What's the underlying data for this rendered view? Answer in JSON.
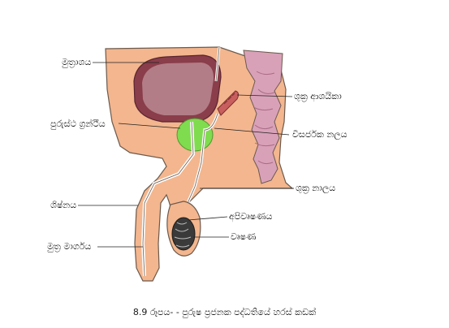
{
  "labels": {
    "bladder": "මුත්‍රාශය",
    "prostate": "පුරුස්ථ ග්‍රන්ථිය",
    "seminal_vesicle": "ශුක්‍ර ආශයිකා",
    "ejaculatory_duct": "විසර්ජක නලය",
    "vas_deferens": "ශුක්‍ර නාලය",
    "penis": "ශිෂ්නය",
    "epididymis": "අපිවෘෂණය",
    "testis": "වෘෂණ",
    "urethra": "මුත්‍ර මාර්ගය"
  },
  "caption": "8.9 රූපය- - පුරුෂ ප්‍රජනක පද්ධතියේ හරස් කඩක්",
  "colors": {
    "skin": "#f3b68e",
    "skin_outline": "#6b5a4e",
    "bladder_wall": "#8a3d4a",
    "bladder_inner": "#b27d86",
    "prostate": "#7fdc4f",
    "rectum": "#d9a1b8",
    "seminal_vesicle": "#c85e5e",
    "testis": "#3a3a3a"
  }
}
